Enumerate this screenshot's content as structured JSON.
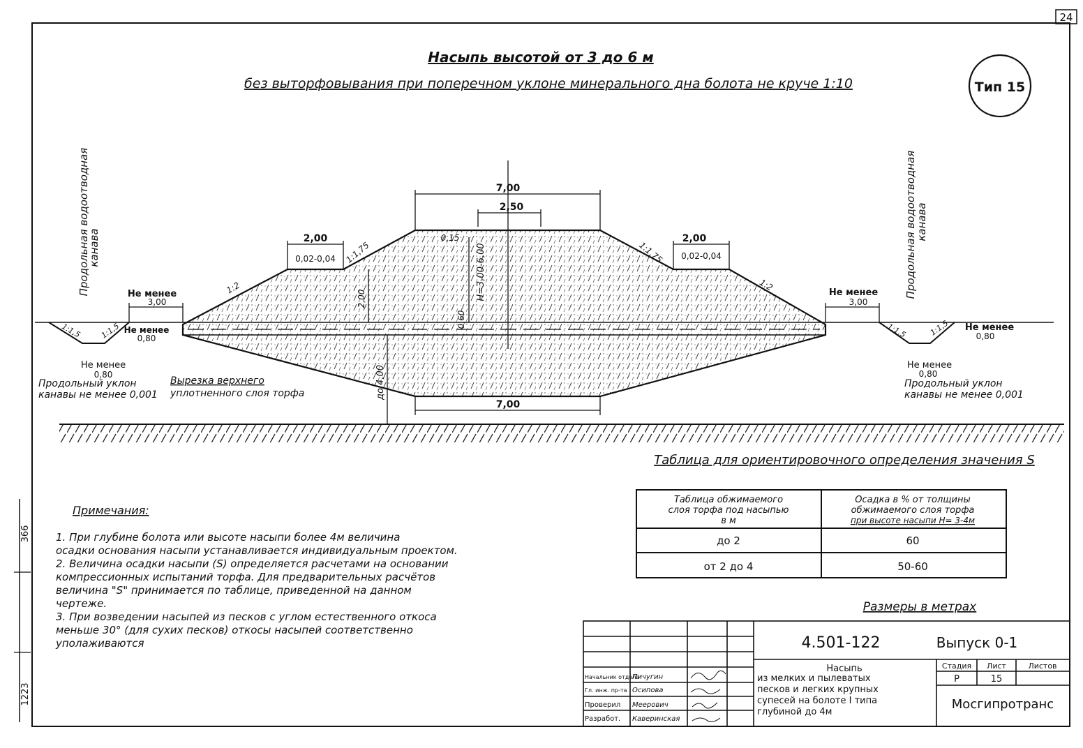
{
  "page_number": "24",
  "title": "Насыпь высотой от 3 до 6 м",
  "subtitle": "без выторфовывания при поперечном уклоне минерального дна болота не круче 1:10",
  "type_badge": "Тип 15",
  "margin_labels": {
    "top": "366",
    "bottom": "1223"
  },
  "drawing": {
    "left_ditch_title": [
      "Продольная водоотводная",
      "канава"
    ],
    "right_ditch_title": [
      "Продольная водоотводная",
      "канава"
    ],
    "top_width": "7,00",
    "center_width": "2,50",
    "bottom_width": "7,00",
    "crown_slope": "0,15",
    "height_label": "H=3,00-6,00",
    "berm_height": "2,00",
    "fill_height": "0,60",
    "depth_label": "до 4,00",
    "left_berm_width": "2,00",
    "left_berm_slope": "0,02-0,04",
    "right_berm_width": "2,00",
    "right_berm_slope": "0,02-0,04",
    "slope_upper_left": "1:1,75",
    "slope_upper_right": "1:1,75",
    "slope_lower_left": "1:2",
    "slope_lower_right": "1:2",
    "ditch_slope": "1:1,5",
    "not_less": "Не менее",
    "min_3": "3,00",
    "min_080": "0,80",
    "left_grade": [
      "Продольный уклон",
      "канавы не менее 0,001"
    ],
    "right_grade": [
      "Продольный уклон",
      "канавы не менее 0,001"
    ],
    "peat_cut": [
      "Вырезка верхнего",
      "уплотненного слоя торфа"
    ]
  },
  "table": {
    "caption": "Таблица для ориентировочного определения значения S",
    "headers": [
      [
        "Таблица обжимаемого",
        "слоя торфа под насыпью",
        "в м"
      ],
      [
        "Осадка в % от толщины",
        "обжимаемого слоя торфа",
        "при высоте насыпи H= 3-4м"
      ]
    ],
    "rows": [
      [
        "до 2",
        "60"
      ],
      [
        "от 2 до 4",
        "50-60"
      ]
    ]
  },
  "notes": {
    "heading": "Примечания:",
    "lines": [
      "1. При глубине болота или высоте насыпи более 4м величина",
      "   осадки основания насыпи устанавливается индивидуальным проектом.",
      "2. Величина осадки насыпи (S) определяется расчетами на основании",
      "   компрессионных испытаний торфа. Для предварительных расчётов",
      "   величина \"S\" принимается по таблице, приведенной на данном",
      "   чертеже.",
      "3. При возведении насыпей из песков с углом естественного откоса",
      "   меньше      30° (для сухих песков) откосы насыпей соответственно",
      "   уполаживаются"
    ]
  },
  "units_note": "Размеры в метрах",
  "title_block": {
    "code": "4.501-122",
    "issue": "Выпуск 0-1",
    "description": [
      "Насыпь",
      "из мелких и пылеватых",
      "песков и легких крупных",
      "супесей на болоте I типа",
      "глубиной до 4м"
    ],
    "stage_headers": [
      "Стадия",
      "Лист",
      "Листов"
    ],
    "stage_values": [
      "Р",
      "15",
      ""
    ],
    "org": "Мосгипротранс",
    "roles": [
      {
        "role": "Начальник отдела",
        "name": "Пичугин"
      },
      {
        "role": "Гл. инж. пр-та",
        "name": "Осипова"
      },
      {
        "role": "Проверил",
        "name": "Меерович"
      },
      {
        "role": "Разработ.",
        "name": "Каверинская"
      }
    ]
  }
}
